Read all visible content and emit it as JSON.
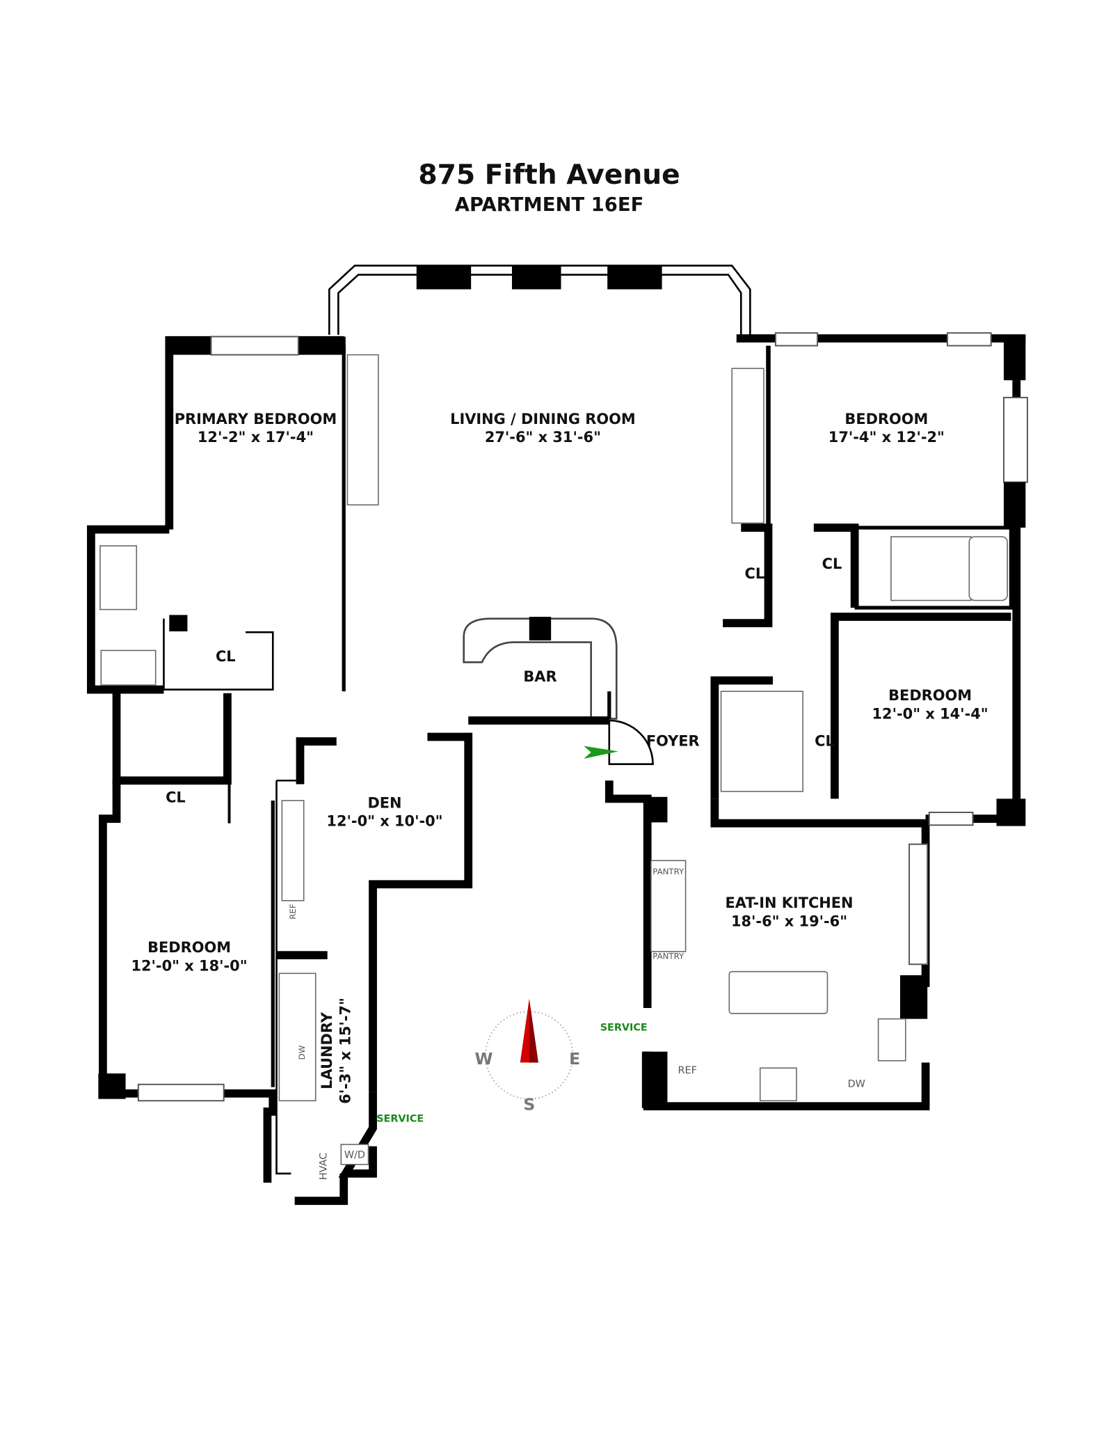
{
  "header": {
    "title": "875 Fifth Avenue",
    "subtitle": "APARTMENT 16EF"
  },
  "rooms": {
    "primary_bedroom": {
      "name": "PRIMARY BEDROOM",
      "size": "12'-2\" x 17'-4\""
    },
    "living_dining": {
      "name": "LIVING / DINING ROOM",
      "size": "27'-6\" x 31'-6\""
    },
    "bedroom_ne": {
      "name": "BEDROOM",
      "size": "17'-4\" x 12'-2\""
    },
    "bedroom_e": {
      "name": "BEDROOM",
      "size": "12'-0\" x 14'-4\""
    },
    "bedroom_w": {
      "name": "BEDROOM",
      "size": "12'-0\" x 18'-0\""
    },
    "den": {
      "name": "DEN",
      "size": "12'-0\" x 10'-0\""
    },
    "kitchen": {
      "name": "EAT-IN KITCHEN",
      "size": "18'-6\" x 19'-6\""
    },
    "laundry": {
      "name": "LAUNDRY",
      "size": "6'-3\" x 15'-7\""
    },
    "bar": {
      "name": "BAR"
    },
    "foyer": {
      "name": "FOYER"
    }
  },
  "closets": [
    "CL",
    "CL",
    "CL",
    "CL",
    "CL"
  ],
  "fixtures": {
    "pantry1": "PANTRY",
    "pantry2": "PANTRY",
    "ref_kitchen": "REF",
    "dw_kitchen": "DW",
    "ref_laundry": "REF",
    "dw_laundry": "DW",
    "wd": "W/D",
    "hvac": "HVAC"
  },
  "service_labels": [
    "SERVICE",
    "SERVICE"
  ],
  "compass": {
    "west": "W",
    "east": "E",
    "south": "S"
  },
  "colors": {
    "entry_arrow": "#1a9a1a",
    "service_text": "#1a8a1a",
    "compass_needle": "#d40000"
  }
}
